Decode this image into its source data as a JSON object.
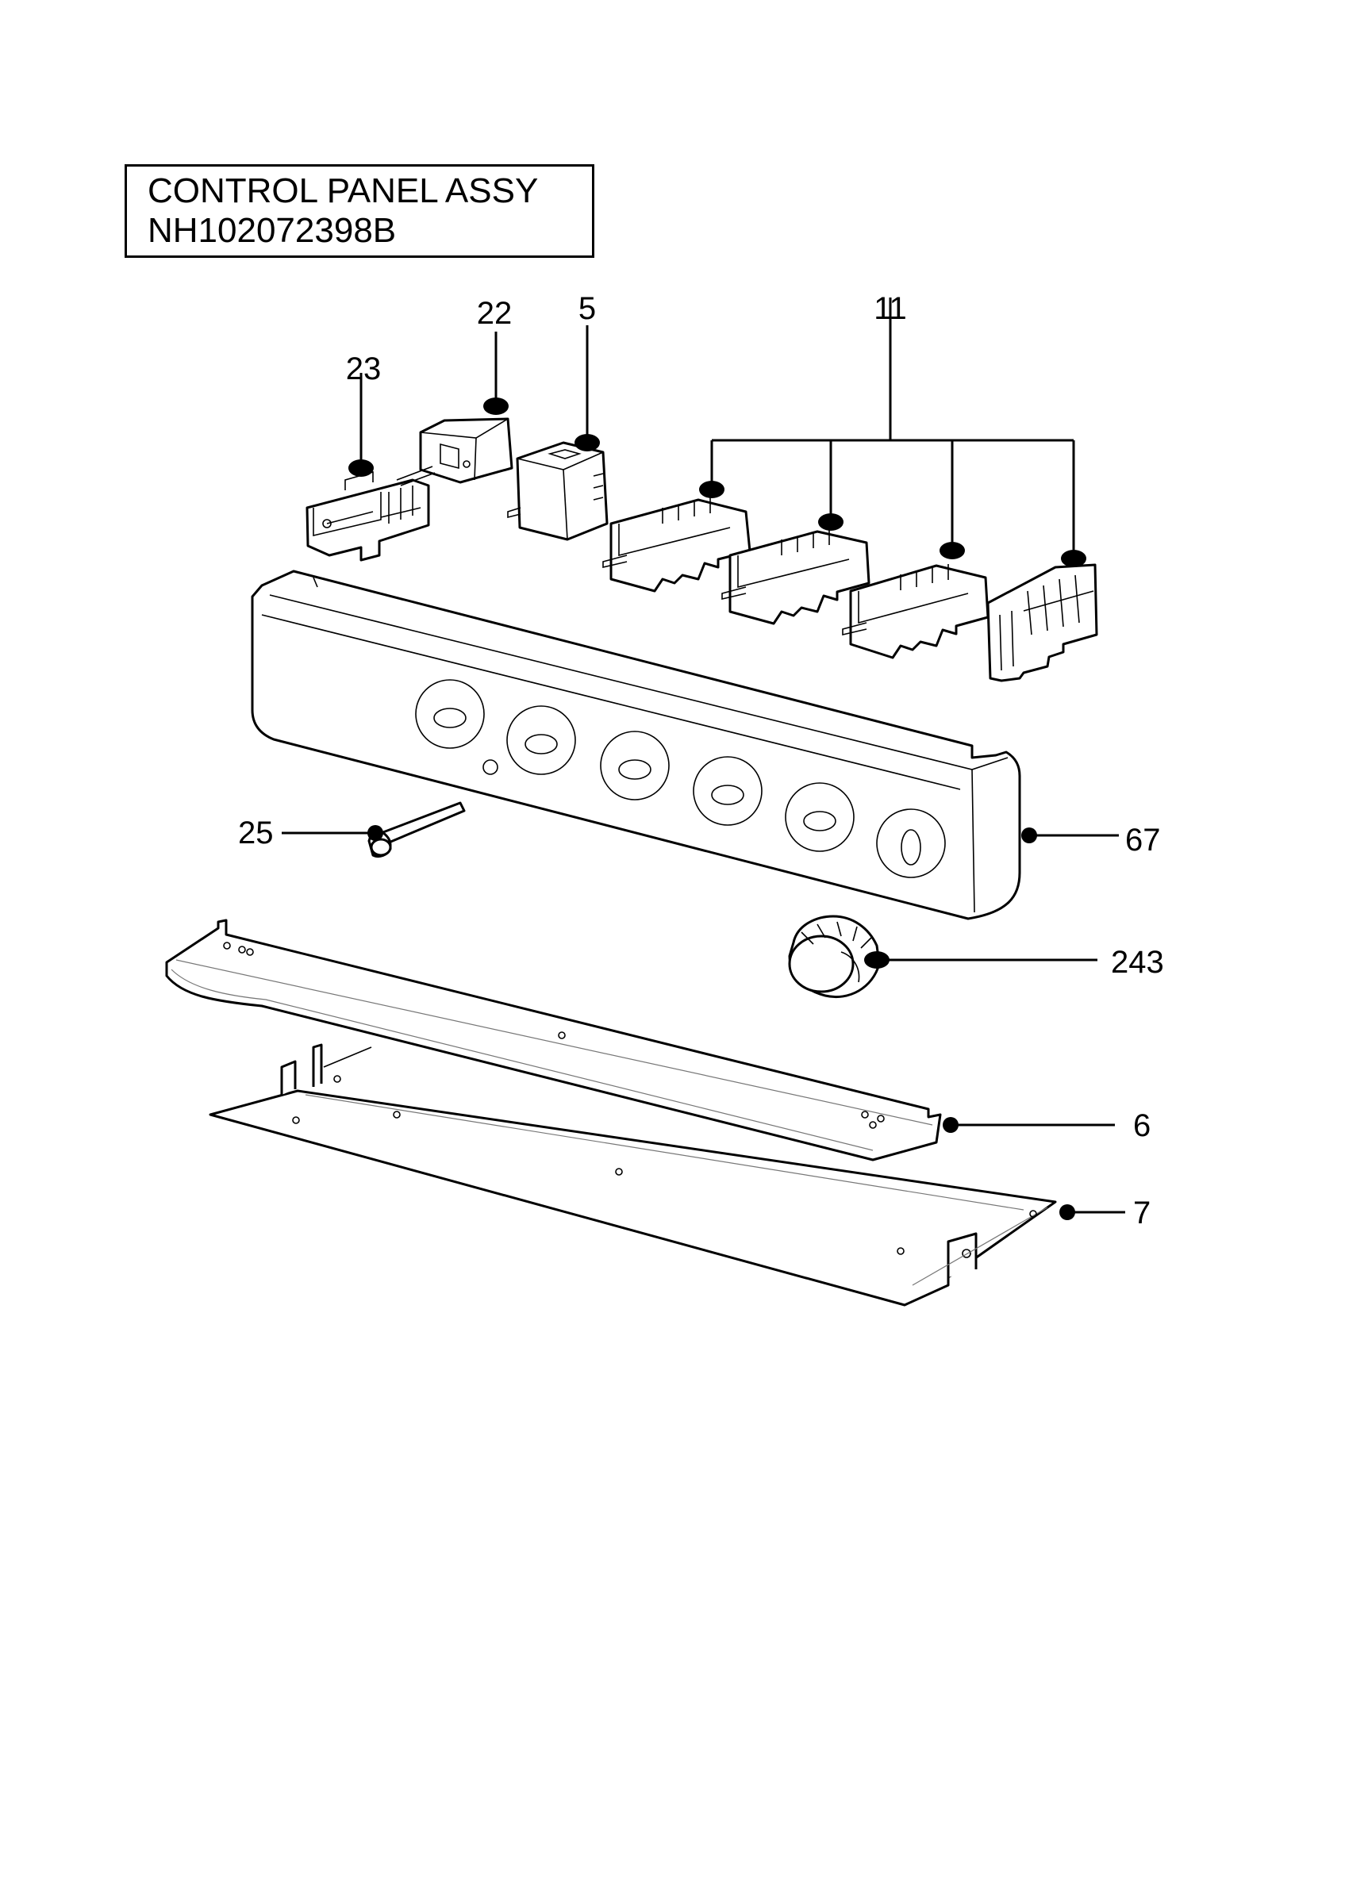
{
  "title": {
    "line1": "CONTROL PANEL ASSY",
    "line2": "NH102072398B"
  },
  "callouts": {
    "p23": "23",
    "p22": "22",
    "p5": "5",
    "p11": "11",
    "p25": "25",
    "p67": "67",
    "p243": "243",
    "p6": "6",
    "p7": "7"
  },
  "colors": {
    "line": "#000000",
    "background": "#ffffff"
  }
}
